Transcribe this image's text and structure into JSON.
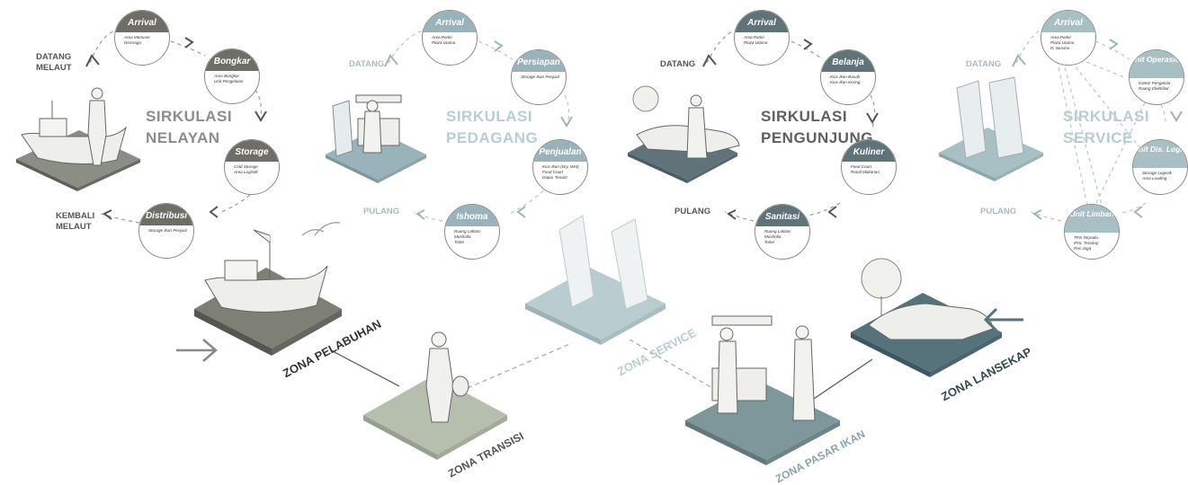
{
  "colors": {
    "nelayan": "#6e6e66",
    "pedagang": "#9ab3ba",
    "pengunjung": "#5f7378",
    "service": "#a8bfc4",
    "pelabuhan": "#7e8076",
    "transisi": "#b6bfae",
    "service_zone": "#b9cdd1",
    "pasar": "#7e979b",
    "lansekap": "#56727b"
  },
  "nelayan": {
    "title": [
      "SIRKULASI",
      "NELAYAN"
    ],
    "datang": [
      "DATANG",
      "MELAUT"
    ],
    "kembali": [
      "KEMBALI",
      "MELAUT"
    ],
    "nodes": [
      {
        "title": "Arrival",
        "items": [
          "Area Manuver",
          "Dermaga"
        ]
      },
      {
        "title": "Bongkar",
        "items": [
          "Area Bongkar",
          "Unit Pengelolan"
        ]
      },
      {
        "title": "Storage",
        "items": [
          "Cold Storage",
          "Area Logistik"
        ]
      },
      {
        "title": "Distribusi",
        "items": [
          "Storage Ikan Penjual"
        ]
      }
    ]
  },
  "pedagang": {
    "title": [
      "SIRKULASI",
      "PEDAGANG"
    ],
    "datang": "DATANG",
    "pulang": "PULANG",
    "nodes": [
      {
        "title": "Arrival",
        "items": [
          "Area Parkir",
          "Plaza  Utama"
        ]
      },
      {
        "title": "Persiapan",
        "items": [
          "Storage Ikan Penjual"
        ]
      },
      {
        "title": "Penjualan",
        "items": [
          "Kios Ikan (Dry, Wet)",
          "Food Court",
          "Dapur Tenant"
        ]
      },
      {
        "title": "Ishoma",
        "items": [
          "Ruang Laktasi",
          "Musholla",
          "Toilet"
        ]
      }
    ]
  },
  "pengunjung": {
    "title": [
      "SIRKULASI",
      "PENGUNJUNG"
    ],
    "datang": "DATANG",
    "pulang": "PULANG",
    "nodes": [
      {
        "title": "Arrival",
        "items": [
          "Area Parkir",
          "Plaza  Utama"
        ]
      },
      {
        "title": "Belanja",
        "items": [
          "Kios Ikan Basah",
          "Kios Ikan Kering"
        ]
      },
      {
        "title": "Kuliner",
        "items": [
          "Food Court",
          "Retail Makanan"
        ]
      },
      {
        "title": "Sanitasi",
        "items": [
          "Ruang Laktasi",
          "Musholla",
          "Toilet"
        ]
      }
    ]
  },
  "service": {
    "title": [
      "SIRKULASI",
      "SERVICE"
    ],
    "datang": "DATANG",
    "pulang": "PULANG",
    "nodes": [
      {
        "title": "Arrival",
        "items": [
          "Area Parkir",
          "Plaza  Utama",
          "R. Service"
        ]
      },
      {
        "title": "Unit Operasional",
        "items": [
          "Kantor Pengelola",
          "Ruang Elektrikal"
        ]
      },
      {
        "title": "Unit Dis. Logistik",
        "items": [
          "Storage Logistik",
          "Area Loading"
        ]
      },
      {
        "title": "Unit Limbah",
        "items": [
          "TPS Terpadu",
          "IPAL Tertutup",
          "Pos Jaga"
        ]
      }
    ]
  },
  "zones": {
    "pelabuhan": "ZONA PELABUHAN",
    "transisi": "ZONA TRANSISI",
    "service": "ZONA SERVICE",
    "pasar": "ZONA PASAR IKAN",
    "lansekap": "ZONA LANSEKAP"
  }
}
